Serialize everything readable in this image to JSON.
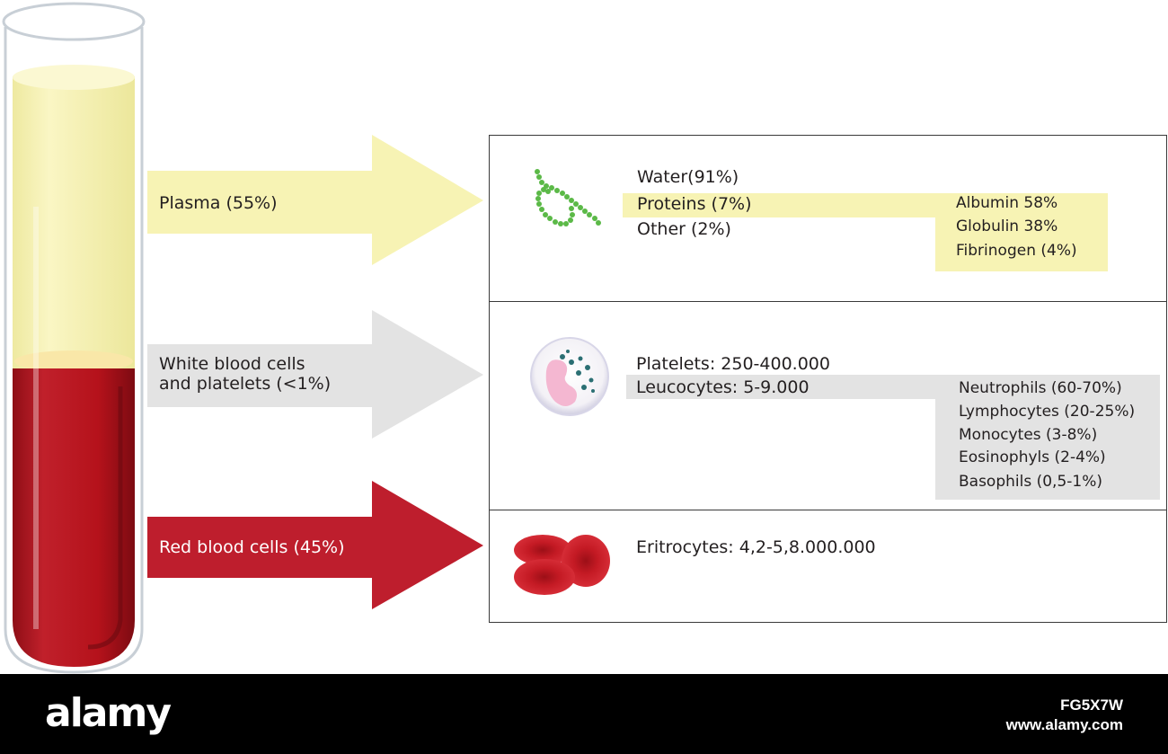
{
  "arrows": {
    "plasma": {
      "label": "Plasma (55%)",
      "color": "#f7f3b4"
    },
    "wbc": {
      "label_line1": "White blood cells",
      "label_line2": "and platelets (<1%)",
      "color": "#e3e3e3"
    },
    "rbc": {
      "label": "Red blood cells (45%)",
      "color": "#be1e2d"
    }
  },
  "plasma_box": {
    "icon": "protein-chain-icon",
    "items": [
      "Water(91%)",
      "Proteins (7%)",
      "Other (2%)"
    ],
    "proteins": [
      "Albumin 58%",
      "Globulin 38%",
      "Fibrinogen (4%)"
    ]
  },
  "wbc_box": {
    "icon": "white-blood-cell-icon",
    "platelets": "Platelets: 250-400.000",
    "leucocytes": "Leucocytes: 5-9.000",
    "types": [
      "Neutrophils (60-70%)",
      "Lymphocytes (20-25%)",
      "Monocytes (3-8%)",
      "Eosinophyls (2-4%)",
      "Basophils (0,5-1%)"
    ]
  },
  "rbc_box": {
    "icon": "red-blood-cells-icon",
    "eritrocytes": "Eritrocytes: 4,2-5,8.000.000"
  },
  "tube": {
    "plasma_color": "#f7f3b4",
    "blood_color": "#b5121b"
  },
  "footer": {
    "logo": "alamy",
    "image_id": "FG5X7W",
    "url": "www.alamy.com"
  }
}
